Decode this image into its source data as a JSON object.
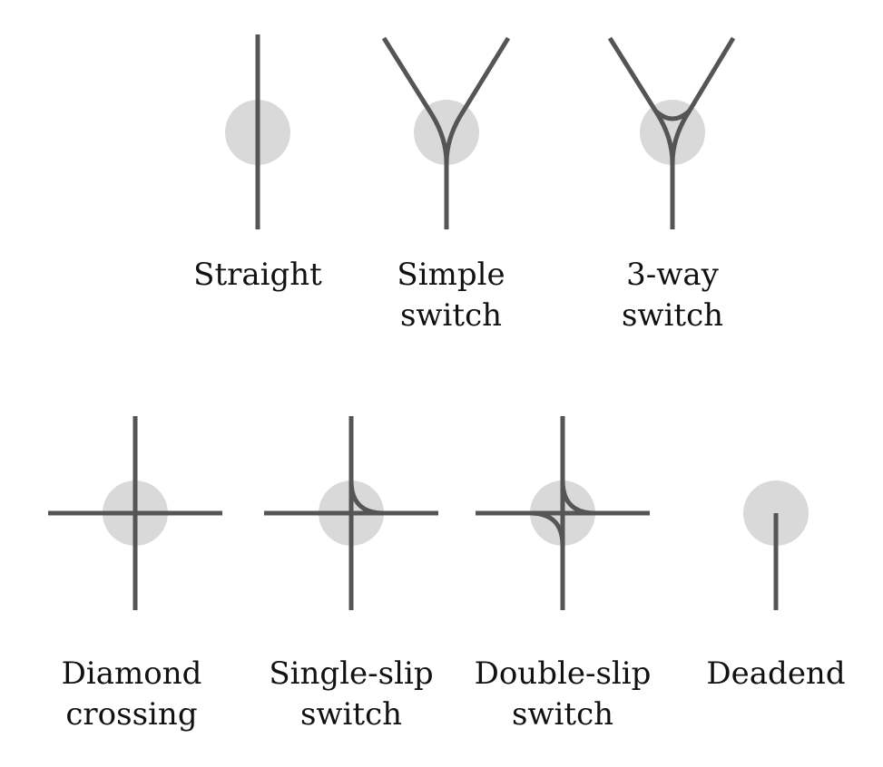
{
  "colors": {
    "track": "#555555",
    "hub": "#d9d9d9",
    "text": "#111111"
  },
  "junctions": [
    {
      "id": "straight",
      "label_lines": [
        "Straight"
      ]
    },
    {
      "id": "simple-switch",
      "label_lines": [
        "Simple",
        "switch"
      ]
    },
    {
      "id": "3-way-switch",
      "label_lines": [
        "3-way",
        "switch"
      ]
    },
    {
      "id": "diamond-crossing",
      "label_lines": [
        "Diamond",
        "crossing"
      ]
    },
    {
      "id": "single-slip-switch",
      "label_lines": [
        "Single-slip",
        "switch"
      ]
    },
    {
      "id": "double-slip-switch",
      "label_lines": [
        "Double-slip",
        "switch"
      ]
    },
    {
      "id": "deadend",
      "label_lines": [
        "Deadend"
      ]
    }
  ]
}
